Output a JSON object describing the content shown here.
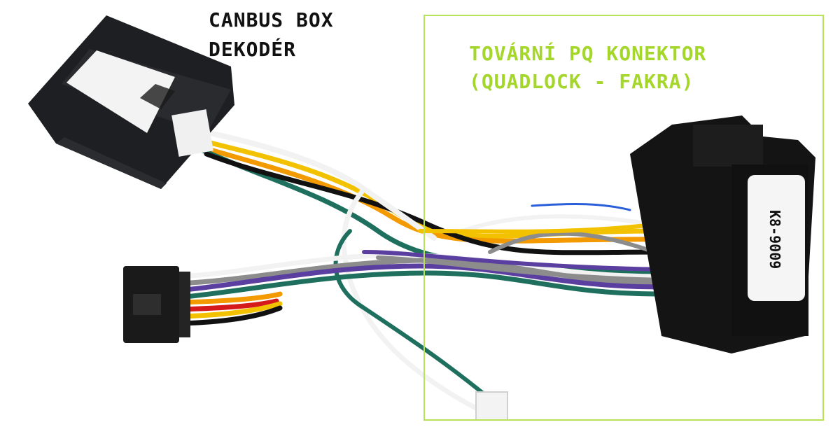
{
  "labels": {
    "canbus_line1": "CANBUS BOX",
    "canbus_line2": "DEKODÉR",
    "factory_line1": "TOVÁRNÍ PQ KONEKTOR",
    "factory_line2": "(QUADLOCK - FAKRA)"
  },
  "connector_tag": "K8-9009",
  "colors": {
    "box": "#1e1f22",
    "connector": "#141414",
    "frame": "#b7e25a",
    "title_green": "#a4d62c",
    "wire_white": "#f2f2f2",
    "wire_teal": "#1f6f5e",
    "wire_purple": "#5b3fa0",
    "wire_gray": "#8c8c8c",
    "wire_yellow": "#f2c200",
    "wire_orange": "#f29a00",
    "wire_red": "#d41a1a",
    "wire_blue": "#2b5fd9",
    "wire_black": "#111111"
  }
}
